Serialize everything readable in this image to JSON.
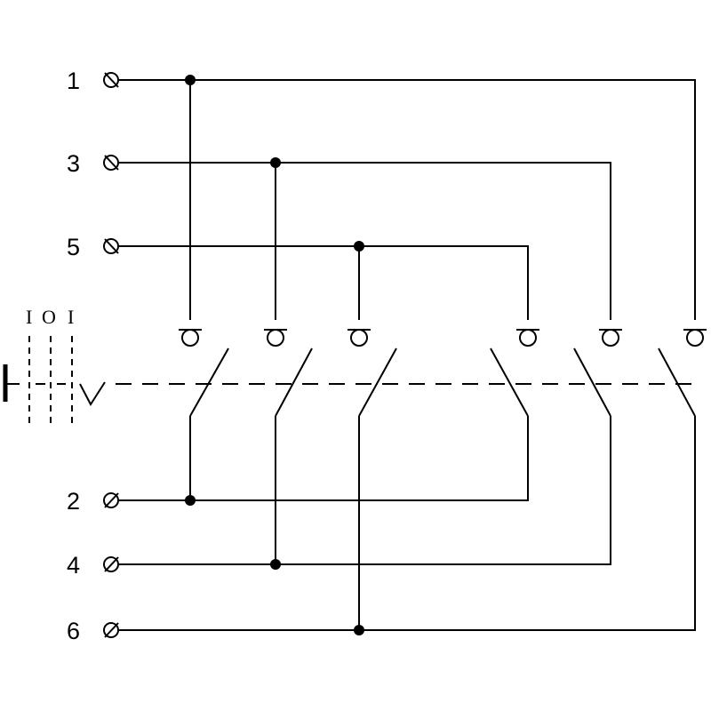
{
  "input_terminals": [
    {
      "label": "1",
      "icon": "terminal-screw-icon"
    },
    {
      "label": "3",
      "icon": "terminal-screw-icon"
    },
    {
      "label": "5",
      "icon": "terminal-screw-icon"
    }
  ],
  "output_terminals": [
    {
      "label": "2",
      "icon": "terminal-screw-icon"
    },
    {
      "label": "4",
      "icon": "terminal-screw-icon"
    },
    {
      "label": "6",
      "icon": "terminal-screw-icon"
    }
  ],
  "switch_positions": {
    "left": "I",
    "middle": "O",
    "right": "I"
  },
  "colors": {
    "line": "#000000",
    "background": "#ffffff"
  }
}
